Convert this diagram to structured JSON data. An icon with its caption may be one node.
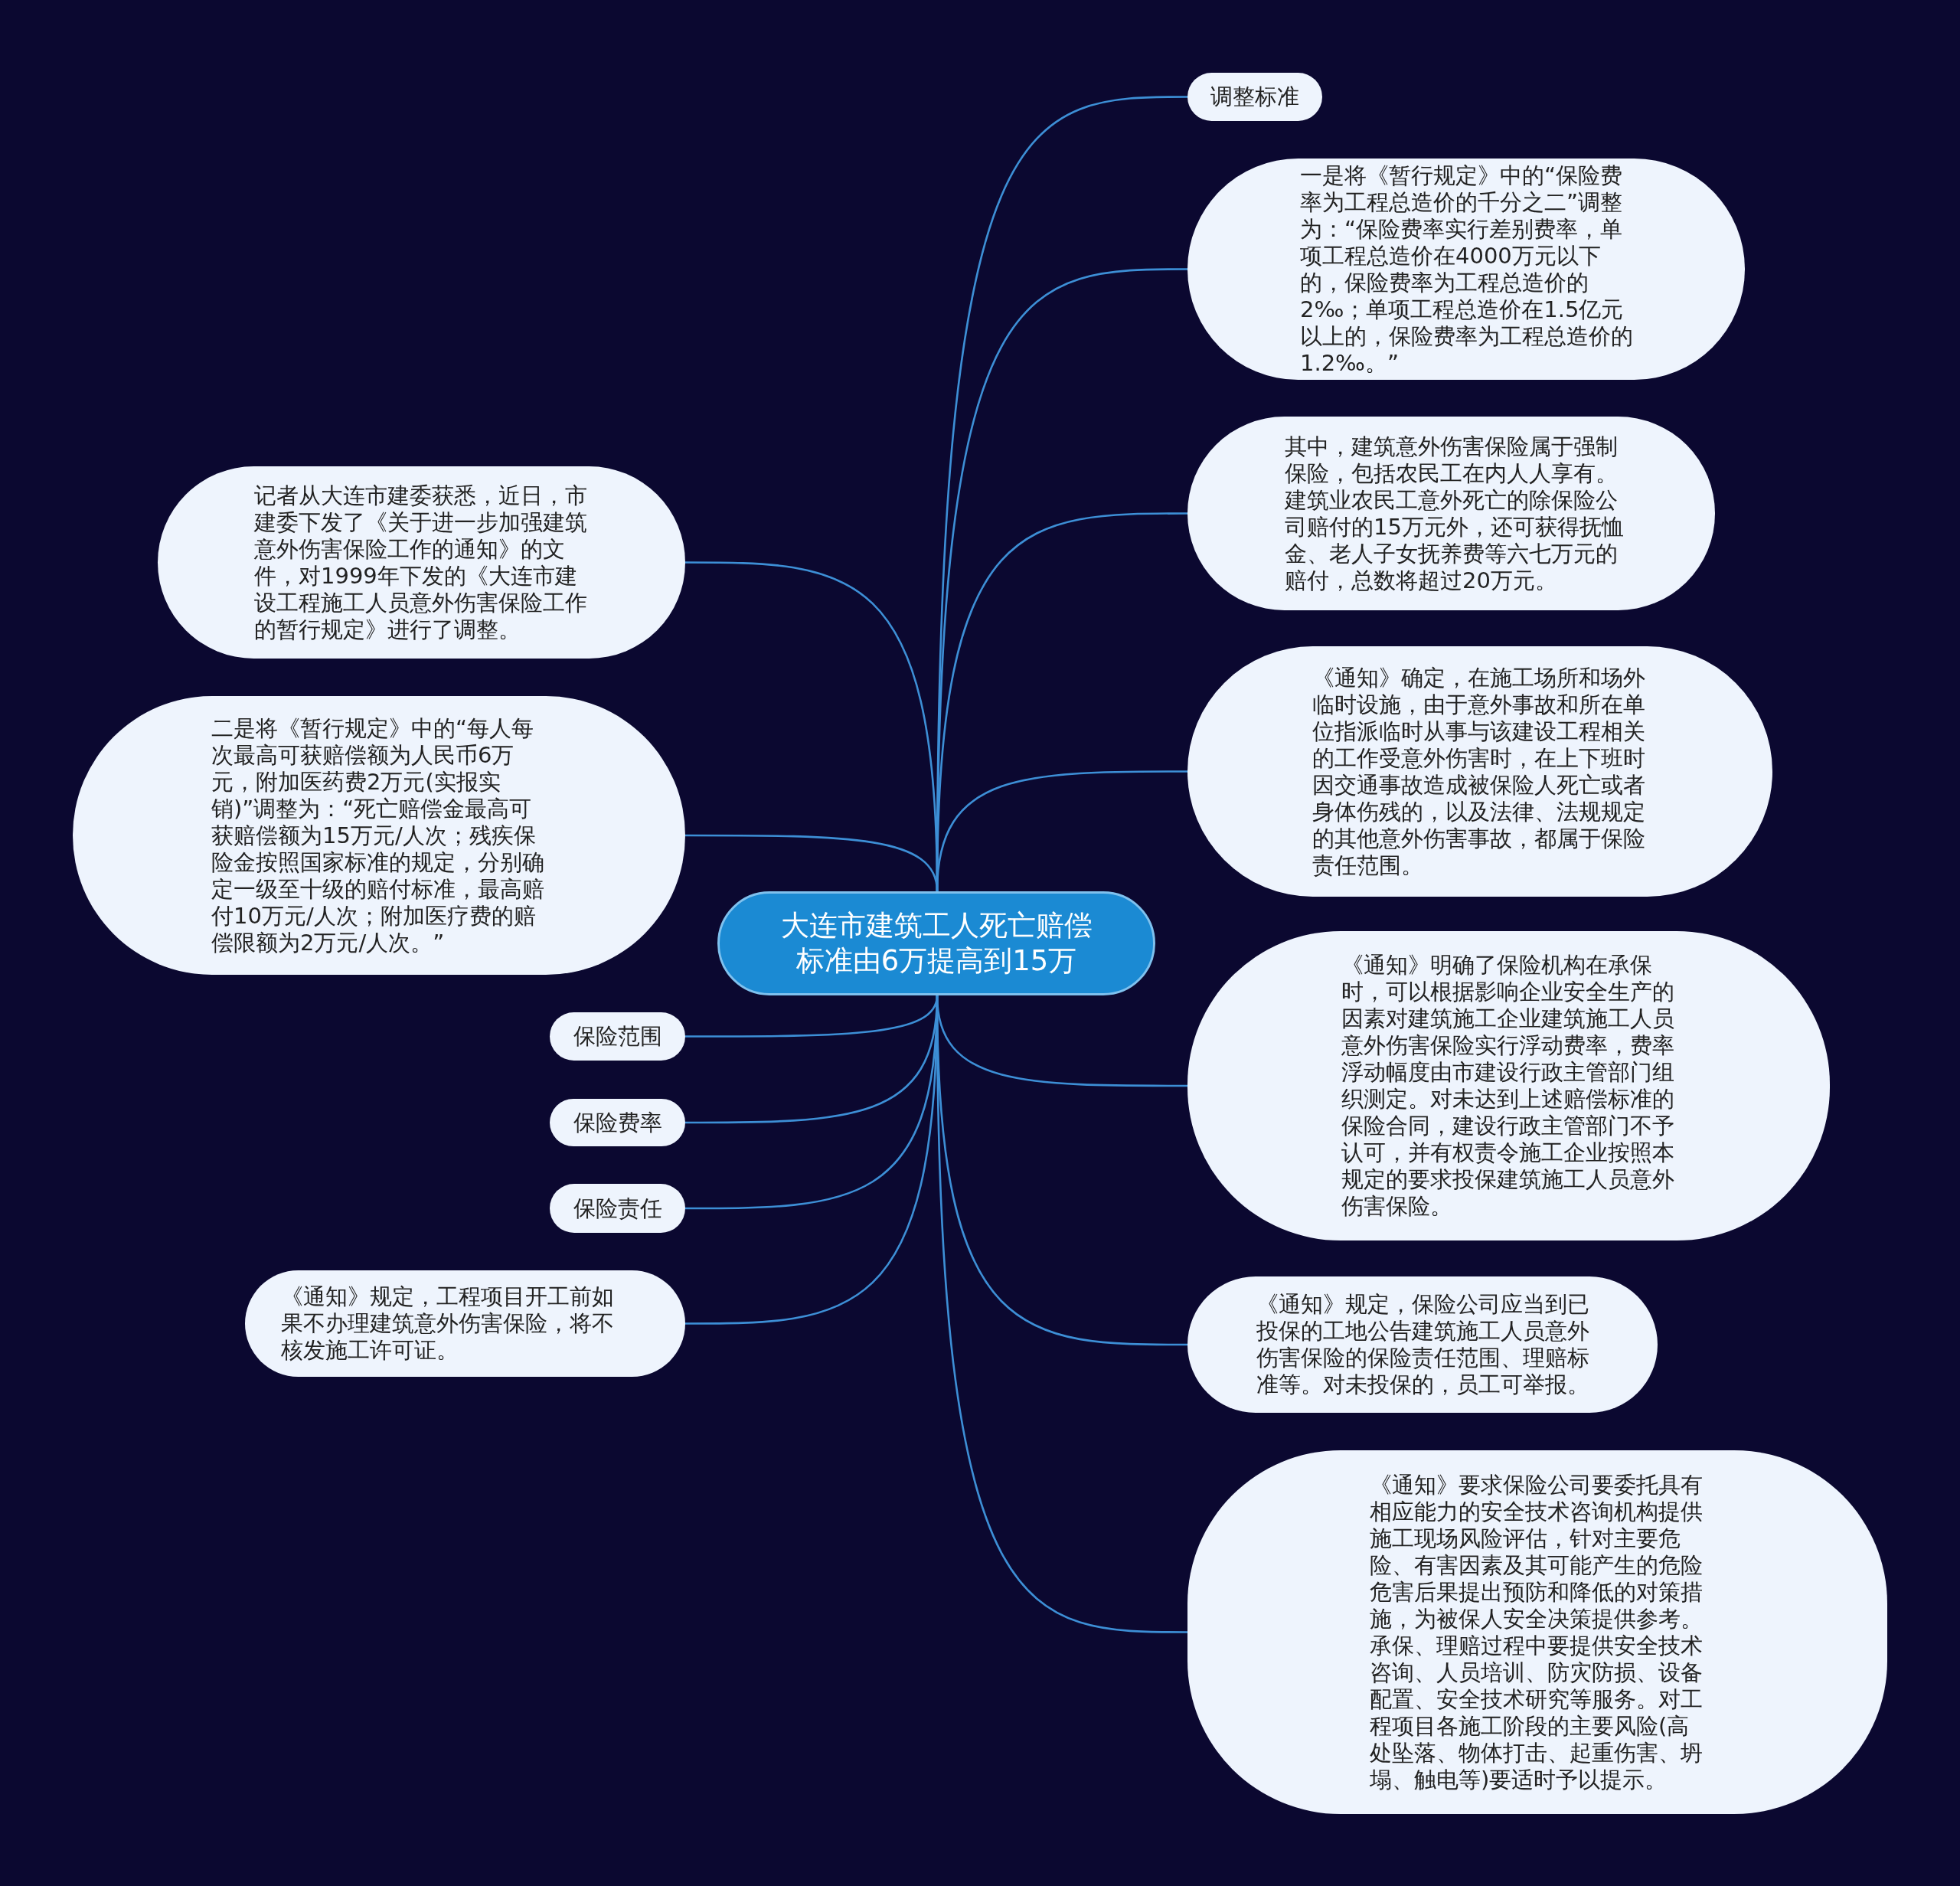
{
  "diagram": {
    "nodes": [
      {
        "text": [
          "大连市建筑工人死亡赔偿标准由6万提高到15万"
        ]
      },
      {
        "text": [
          "调整标准"
        ]
      },
      {
        "text": [
          "一是将《暂行规定》中的“保险费率为工程总造价的千分之二”调整为：“保险费率实行差别费率，单项工程总造价在4000万元以下的，保险费率为工程总造价的2‰；单项工程总造价在1.5亿元以上的，保险费率为工程总造价的1.2‰。”"
        ]
      },
      {
        "text": [
          "其中，建筑意外伤害保险属于强制保险，包括农民工在内人人享有。建筑业农民工意外死亡的除保险公司赔付的15万元外，还可获得抚恤金、老人子女抚养费等六七万元的赔付，总数将超过20万元。"
        ]
      },
      {
        "text": [
          "《通知》确定，在施工场所和场外临时设施，由于意外事故和所在单位指派临时从事与该建设工程相关的工作受意外伤害时，在上下班时因交通事故造成被保险人死亡或者身体伤残的，以及法律、法规规定的其他意外伤害事故，都属于保险责任范围。"
        ]
      },
      {
        "text": [
          "《通知》明确了保险机构在承保时，可以根据影响企业安全生产的因素对建筑施工企业建筑施工人员意外伤害保险实行浮动费率，费率浮动幅度由市建设行政主管部门组织测定。对未达到上述赔偿标准的保险合同，建设行政主管部门不予认可，并有权责令施工企业按照本规定的要求投保建筑施工人员意外伤害保险。"
        ]
      },
      {
        "text": [
          "《通知》规定，保险公司应当到已投保的工地公告建筑施工人员意外伤害保险的保险责任范围、理赔标准等。对未投保的，员工可举报。"
        ]
      },
      {
        "text": [
          "《通知》要求保险公司要委托具有相应能力的安全技术咨询机构提供施工现场风险评估，针对主要危险、有害因素及其可能产生的危险危害后果提出预防和降低的对策措施，为被保人安全决策提供参考。承保、理赔过程中要提供安全技术咨询、人员培训、防灾防损、设备配置、安全技术研究等服务。对工程项目各施工阶段的主要风险(高处坠落、物体打击、起重伤害、坍塌、触电等)要适时予以提示。"
        ]
      },
      {
        "text": [
          "记者从大连市建委获悉，近日，市建委下发了《关于进一步加强建筑意外伤害保险工作的通知》的文件，对1999年下发的《大连市建设工程施工人员意外伤害保险工作的暂行规定》进行了调整。"
        ]
      },
      {
        "text": [
          "二是将《暂行规定》中的“每人每次最高可获赔偿额为人民币6万元，附加医药费2万元(实报实销)”调整为：“死亡赔偿金最高可获赔偿额为15万元/人次；残疾保险金按照国家标准的规定，分别确定一级至十级的赔付标准，最高赔付10万元/人次；附加医疗费的赔偿限额为2万元/人次。”"
        ]
      },
      {
        "text": [
          "保险范围"
        ]
      },
      {
        "text": [
          "保险费率"
        ]
      },
      {
        "text": [
          "保险责任"
        ]
      },
      {
        "text": [
          "《通知》规定，工程项目开工前如果不办理建筑意外伤害保险，将不核发施工许可证。"
        ]
      }
    ],
    "edges": [
      {
        "from": 0,
        "to": 1,
        "arrow": "none"
      },
      {
        "from": 0,
        "to": 2,
        "arrow": "none"
      },
      {
        "from": 0,
        "to": 3,
        "arrow": "none"
      },
      {
        "from": 0,
        "to": 4,
        "arrow": "none"
      },
      {
        "from": 0,
        "to": 5,
        "arrow": "none"
      },
      {
        "from": 0,
        "to": 6,
        "arrow": "none"
      },
      {
        "from": 0,
        "to": 7,
        "arrow": "none"
      },
      {
        "from": 0,
        "to": 8,
        "arrow": "none"
      },
      {
        "from": 0,
        "to": 9,
        "arrow": "none"
      },
      {
        "from": 0,
        "to": 10,
        "arrow": "none"
      },
      {
        "from": 0,
        "to": 11,
        "arrow": "none"
      },
      {
        "from": 0,
        "to": 12,
        "arrow": "none"
      },
      {
        "from": 0,
        "to": 13,
        "arrow": "none"
      }
    ]
  }
}
